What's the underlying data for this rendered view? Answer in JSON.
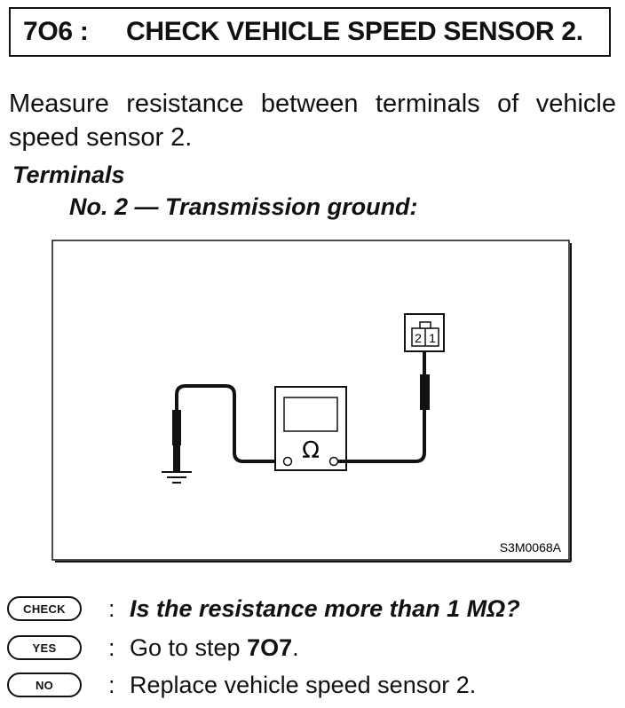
{
  "title": {
    "number": "7O6 :",
    "text": "CHECK VEHICLE SPEED SENSOR 2."
  },
  "intro": "Measure resistance between terminals of vehicle speed sensor 2.",
  "terminals": {
    "heading": "Terminals",
    "spec": "No. 2 — Transmission ground:"
  },
  "diagram": {
    "meter_symbol": "Ω",
    "connector_pins": [
      "2",
      "1"
    ],
    "figure_code": "S3M0068A",
    "icons": [
      "ohmmeter-icon",
      "ground-symbol-icon",
      "connector-icon",
      "probe-icon"
    ]
  },
  "results": [
    {
      "badge": "CHECK",
      "colon": ":",
      "text": "Is the resistance more than 1 MΩ?"
    },
    {
      "badge": "YES",
      "colon": ":",
      "text_prefix": "Go to step ",
      "step": "7O7",
      "text_suffix": "."
    },
    {
      "badge": "NO",
      "colon": ":",
      "text": "Replace vehicle speed sensor 2."
    }
  ]
}
